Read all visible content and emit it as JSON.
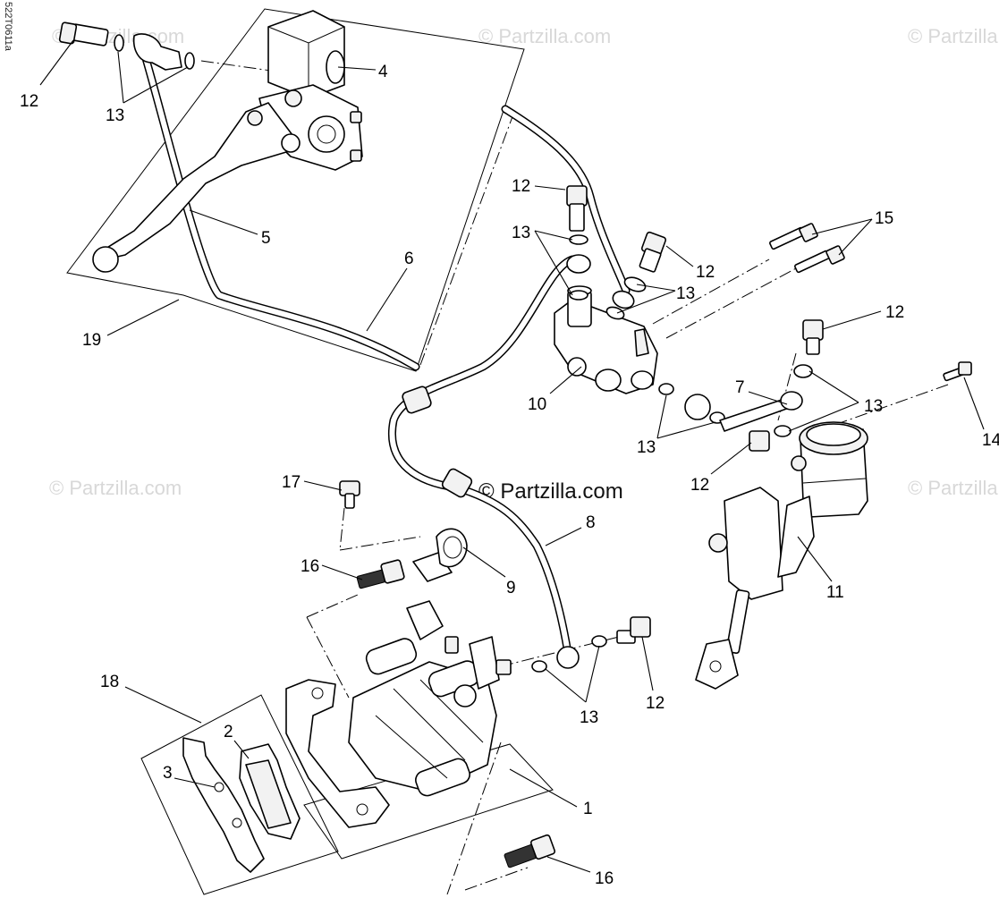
{
  "diagram": {
    "ref_code": "522T0611a",
    "watermarks": [
      "© Partzilla.com",
      "© Partzilla.com",
      "© Partzilla.com",
      "© Partzilla.com",
      "© Partzilla.com",
      "© Partzilla.com"
    ],
    "callouts": [
      {
        "id": "c-12a",
        "text": "12"
      },
      {
        "id": "c-13a",
        "text": "13"
      },
      {
        "id": "c-4",
        "text": "4"
      },
      {
        "id": "c-5",
        "text": "5"
      },
      {
        "id": "c-6",
        "text": "6"
      },
      {
        "id": "c-19",
        "text": "19"
      },
      {
        "id": "c-12b",
        "text": "12"
      },
      {
        "id": "c-13b",
        "text": "13"
      },
      {
        "id": "c-12c",
        "text": "12"
      },
      {
        "id": "c-13c",
        "text": "13"
      },
      {
        "id": "c-15",
        "text": "15"
      },
      {
        "id": "c-12d",
        "text": "12"
      },
      {
        "id": "c-10",
        "text": "10"
      },
      {
        "id": "c-7",
        "text": "7"
      },
      {
        "id": "c-13d",
        "text": "13"
      },
      {
        "id": "c-13e",
        "text": "13"
      },
      {
        "id": "c-14",
        "text": "14"
      },
      {
        "id": "c-12e",
        "text": "12"
      },
      {
        "id": "c-17",
        "text": "17"
      },
      {
        "id": "c-8",
        "text": "8"
      },
      {
        "id": "c-16a",
        "text": "16"
      },
      {
        "id": "c-9",
        "text": "9"
      },
      {
        "id": "c-11",
        "text": "11"
      },
      {
        "id": "c-18",
        "text": "18"
      },
      {
        "id": "c-2",
        "text": "2"
      },
      {
        "id": "c-3",
        "text": "3"
      },
      {
        "id": "c-12f",
        "text": "12"
      },
      {
        "id": "c-13f",
        "text": "13"
      },
      {
        "id": "c-1",
        "text": "1"
      },
      {
        "id": "c-16b",
        "text": "16"
      }
    ]
  }
}
